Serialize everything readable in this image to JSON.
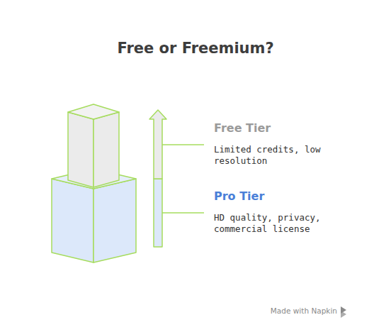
{
  "diagram": {
    "title": "Free or Freemium?",
    "labels": [
      "Free Tier",
      "Limited credits, low resolution",
      "Pro Tier",
      "HD quality, privacy, commercial license",
      "Made with Napkin"
    ]
  }
}
